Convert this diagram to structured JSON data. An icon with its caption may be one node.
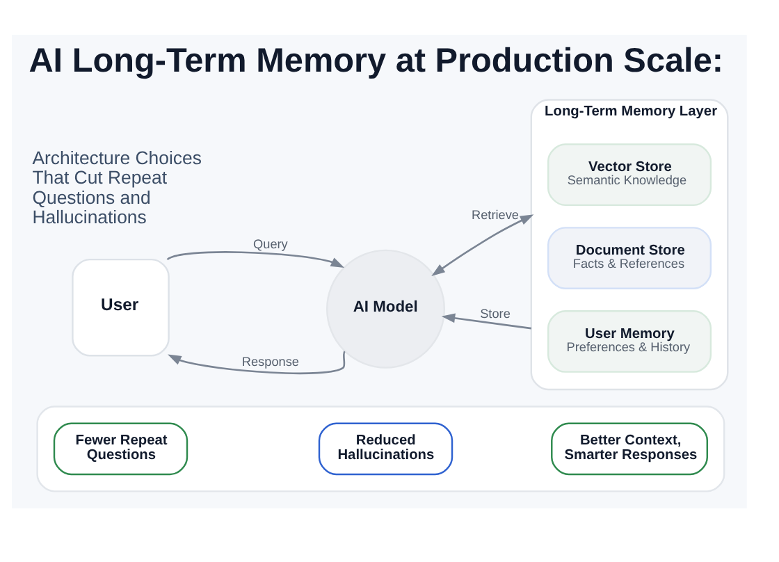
{
  "diagram": {
    "title": "AI Long-Term Memory at Production Scale:",
    "nodes": [
      {
        "text": [
          "User"
        ]
      },
      {
        "text": [
          "AI Model"
        ]
      },
      {
        "text": [
          "Long-Term Memory Layer"
        ]
      },
      {
        "text": [
          "Vector Store",
          "Semantic Knowledge"
        ],
        "in": 2
      },
      {
        "text": [
          "Document Store",
          "Facts & References"
        ],
        "in": 2
      },
      {
        "text": [
          "User Memory",
          "Preferences & History"
        ],
        "in": 2
      },
      {
        "text": [],
        "shape": "box"
      },
      {
        "text": [
          "Fewer Repeat Questions"
        ],
        "in": 6
      },
      {
        "text": [
          "Reduced Hallucinations"
        ],
        "in": 6
      },
      {
        "text": [
          "Better Context, Smarter Responses"
        ],
        "in": 6
      }
    ],
    "edges": [
      {
        "from": 0,
        "to": 1,
        "label": "Query",
        "arrow": "to"
      },
      {
        "from": 1,
        "to": 0,
        "label": "Response",
        "arrow": "to"
      },
      {
        "from": 1,
        "to": 2,
        "label": "Retrieve",
        "arrow": "both"
      },
      {
        "from": 2,
        "to": 1,
        "label": "Store",
        "arrow": "to"
      }
    ],
    "labels": [
      "Architecture Choices That Cut Repeat Questions and Hallucinations"
    ]
  }
}
